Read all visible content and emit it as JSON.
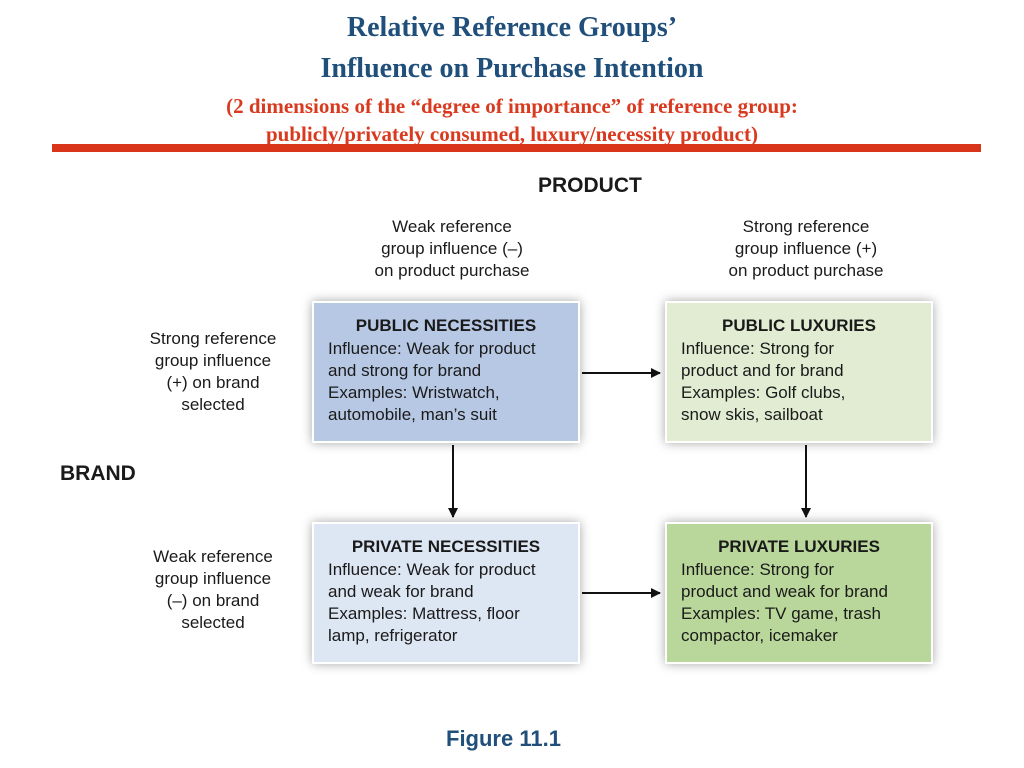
{
  "header": {
    "title_line1": "Relative Reference Groups’",
    "title_line2": "Influence on Purchase Intention",
    "subtitle_line1": "(2 dimensions of the “degree of importance” of reference group:",
    "subtitle_line2": "publicly/privately consumed, luxury/necessity product)"
  },
  "axes": {
    "product": "PRODUCT",
    "brand": "BRAND"
  },
  "product_labels": {
    "weak": [
      "Weak reference",
      "group influence (–)",
      "on product purchase"
    ],
    "strong": [
      "Strong reference",
      "group influence (+)",
      "on product purchase"
    ]
  },
  "brand_labels": {
    "strong": [
      "Strong reference",
      "group influence",
      "(+) on brand",
      "selected"
    ],
    "weak": [
      "Weak reference",
      "group influence",
      "(–) on brand",
      "selected"
    ]
  },
  "boxes": {
    "public_necessities": {
      "heading": "PUBLIC NECESSITIES",
      "lines": [
        "Influence: Weak for product",
        "and strong for brand",
        "Examples: Wristwatch,",
        "automobile, man’s suit"
      ]
    },
    "public_luxuries": {
      "heading": "PUBLIC LUXURIES",
      "lines": [
        "Influence: Strong for",
        "product and for brand",
        "Examples: Golf clubs,",
        "snow skis, sailboat"
      ]
    },
    "private_necessities": {
      "heading": "PRIVATE NECESSITIES",
      "lines": [
        "Influence: Weak for product",
        "and weak for brand",
        "Examples: Mattress, floor",
        "lamp, refrigerator"
      ]
    },
    "private_luxuries": {
      "heading": "PRIVATE LUXURIES",
      "lines": [
        "Influence: Strong for",
        "product and weak for brand",
        "Examples: TV game, trash",
        "compactor, icemaker"
      ]
    }
  },
  "footer": {
    "caption": "Figure 11.1"
  },
  "colors": {
    "title": "#1f4f7a",
    "subtitle": "#d93a1f",
    "rule": "#d8351a",
    "public_necessities_fill": "#b7c8e4",
    "public_luxuries_fill": "#e1ecd2",
    "private_necessities_fill": "#dde6f3",
    "private_luxuries_fill": "#b9d79a"
  }
}
